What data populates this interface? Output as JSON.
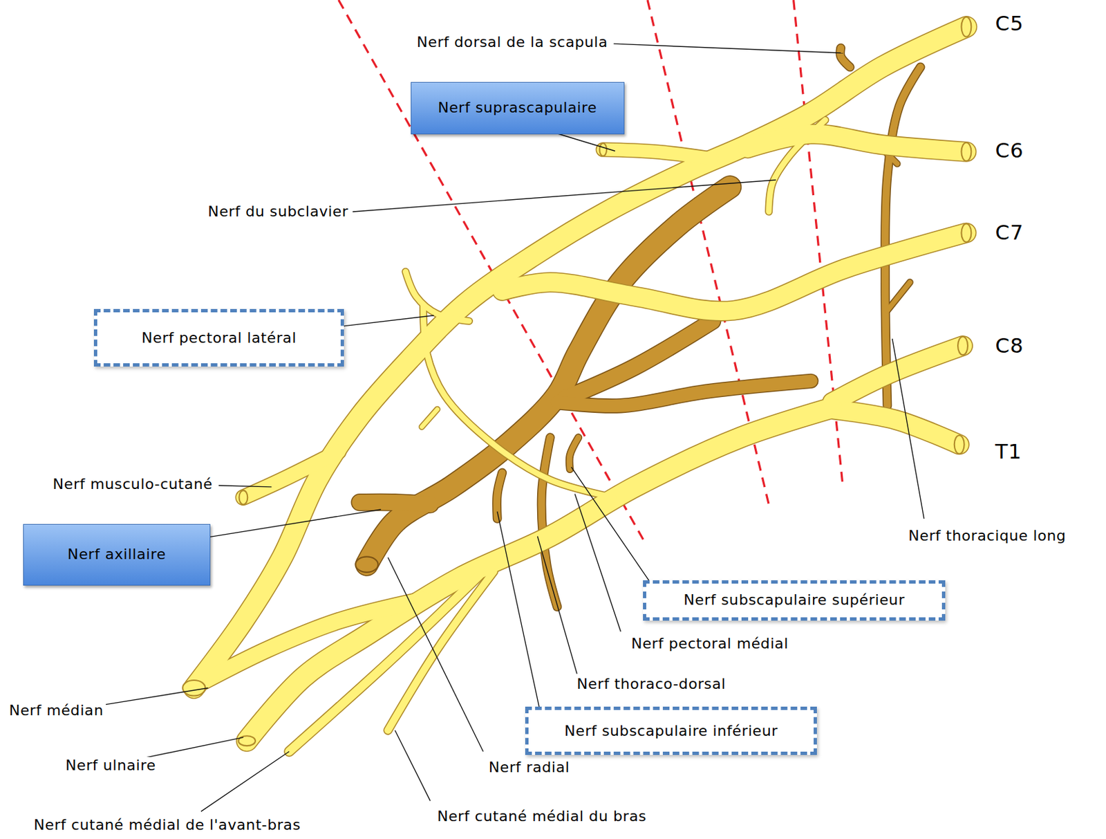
{
  "diagram": {
    "nodes": [
      {
        "text": [
          "Nerf suprascapulaire"
        ]
      },
      {
        "text": [
          "Nerf pectoral latéral"
        ]
      },
      {
        "text": [
          "Nerf axillaire"
        ]
      },
      {
        "text": [
          "Nerf subscapulaire supérieur"
        ]
      },
      {
        "text": [
          "Nerf subscapulaire inférieur"
        ]
      }
    ],
    "labels": [
      "Nerf dorsal de la scapula",
      "C5",
      "C6",
      "C7",
      "C8",
      "T1",
      "Nerf du subclavier",
      "Nerf musculo-cutané",
      "Nerf thoracique long",
      "Nerf pectoral médial",
      "Nerf thoraco-dorsal",
      "Nerf médian",
      "Nerf ulnaire",
      "Nerf radial",
      "Nerf cutané médial de l'avant-bras",
      "Nerf cutané médial du bras"
    ]
  }
}
